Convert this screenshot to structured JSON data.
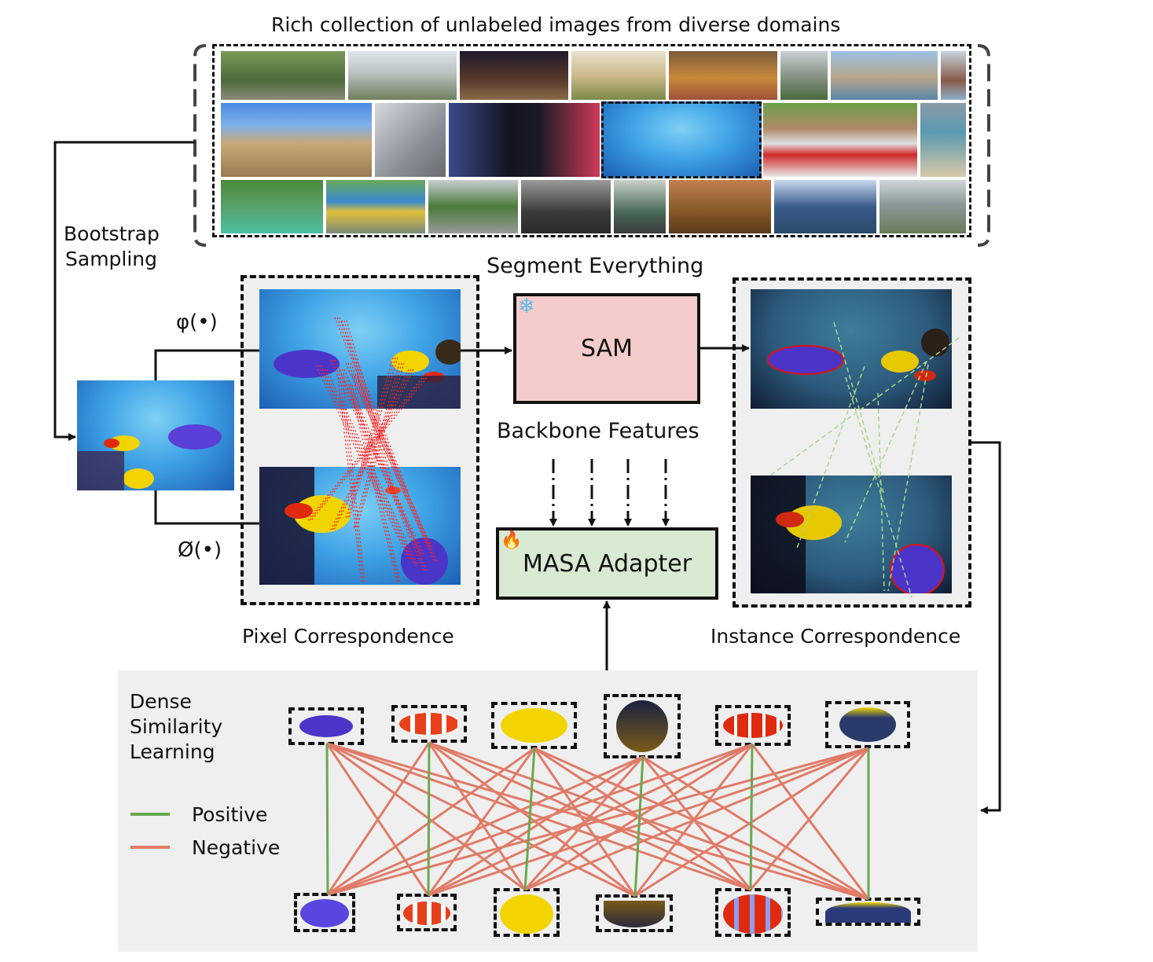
{
  "title": "Rich collection of unlabeled images from diverse domains",
  "labels": {
    "bootstrap": "Bootstrap\nSampling",
    "bootstrap_line1": "Bootstrap",
    "bootstrap_line2": "Sampling",
    "phi": "φ(•)",
    "oslash": "Ø(•)",
    "segment_everything": "Segment Everything",
    "backbone_features": "Backbone Features",
    "pixel_correspondence": "Pixel Correspondence",
    "instance_correspondence": "Instance Correspondence"
  },
  "blocks": {
    "sam": {
      "label": "SAM",
      "icon": "snowflake-icon",
      "fill": "#f4cccc"
    },
    "masa": {
      "label": "MASA Adapter",
      "icon": "fire-icon",
      "fill": "#d9ead3"
    }
  },
  "dense": {
    "title_line1": "Dense",
    "title_line2": "Similarity",
    "title_line3": "Learning",
    "legend": [
      {
        "label": "Positive",
        "color": "#6aa84f"
      },
      {
        "label": "Negative",
        "color": "#e07b67"
      }
    ],
    "fish_top": [
      "blue-tang",
      "clownfish",
      "yellow-tang",
      "butterflyfish",
      "clownfish",
      "surgeonfish"
    ],
    "fish_bottom": [
      "blue-tang",
      "clownfish",
      "yellow-tang",
      "butterflyfish",
      "clownfish",
      "surgeonfish"
    ]
  },
  "colors": {
    "positive": "#6aa84f",
    "negative": "#e07b67",
    "panel_bg": "#efefef",
    "pixel_match": "#ff2020",
    "instance_match": "#a8d88a"
  }
}
